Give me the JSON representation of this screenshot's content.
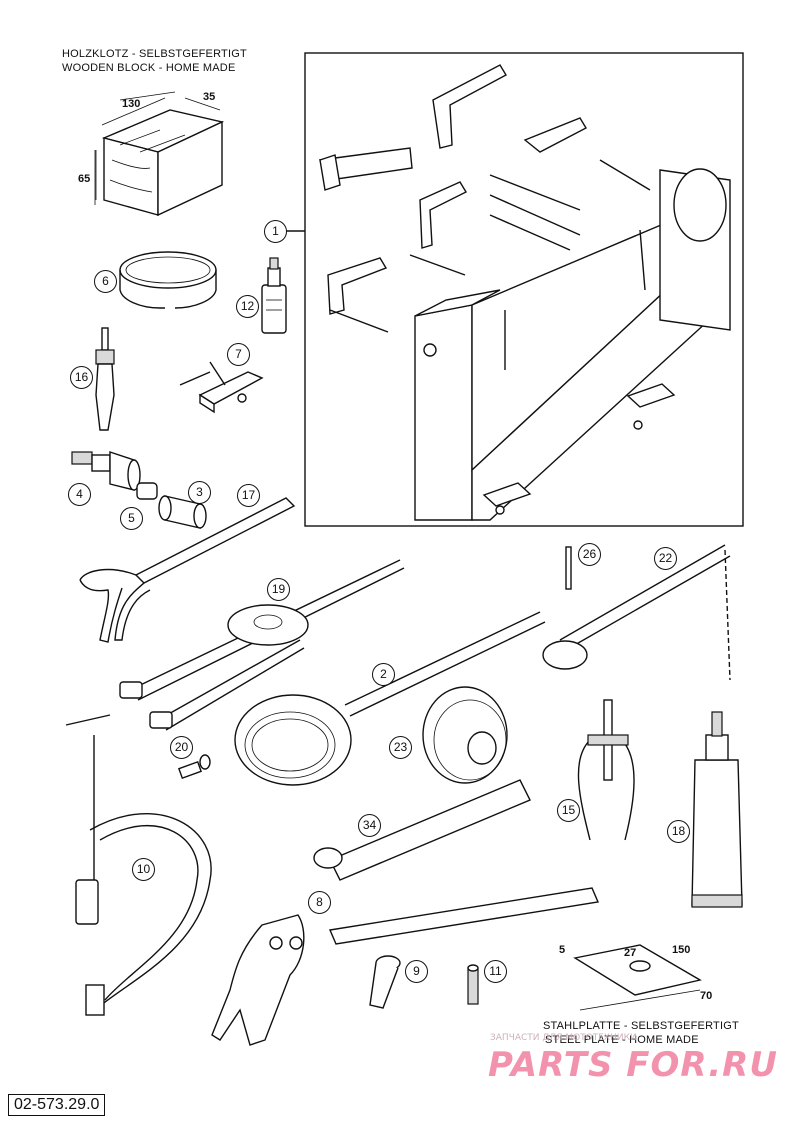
{
  "header": {
    "wooden_block_de": "HOLZKLOTZ - SELBSTGEFERTIGT",
    "wooden_block_en": "WOODEN BLOCK - HOME MADE"
  },
  "wooden_block_dims": {
    "length": "130",
    "width": "35",
    "height": "65"
  },
  "steel_plate": {
    "label_de": "STAHLPLATTE - SELBSTGEFERTIGT",
    "label_en": "STEEL PLATE - HOME MADE",
    "dims": {
      "thickness": "5",
      "hole": "27",
      "length": "150",
      "width": "70"
    }
  },
  "callouts": {
    "c1": "1",
    "c2": "2",
    "c3": "3",
    "c4": "4",
    "c5": "5",
    "c6": "6",
    "c7": "7",
    "c8": "8",
    "c9": "9",
    "c10": "10",
    "c11": "11",
    "c12": "12",
    "c15": "15",
    "c16": "16",
    "c17": "17",
    "c18": "18",
    "c19": "19",
    "c20": "20",
    "c22": "22",
    "c23": "23",
    "c26": "26",
    "c34": "34"
  },
  "part_code": "02-573.29.0",
  "watermark": {
    "logo": "PARTS FOR.RU",
    "subtitle": "ЗАПЧАСТИ ДЛЯ МОТОТЕХНИКИ"
  }
}
